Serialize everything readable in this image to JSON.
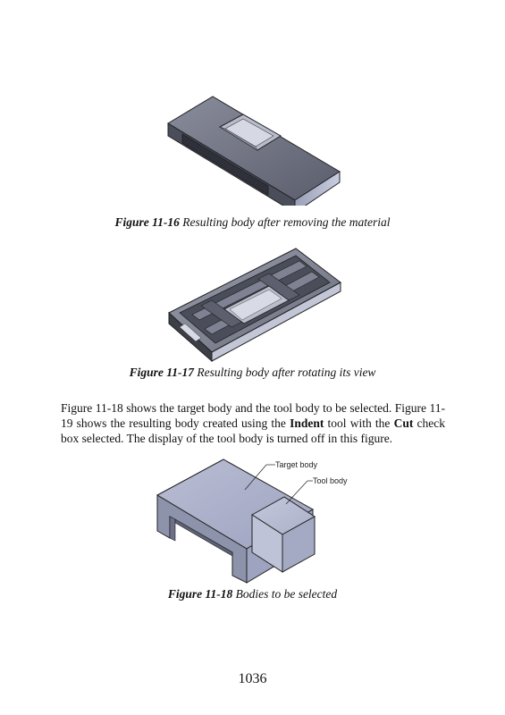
{
  "figures": [
    {
      "number": "Figure 11-16",
      "caption": "Resulting body after removing the material"
    },
    {
      "number": "Figure 11-17",
      "caption": "Resulting body after rotating its view"
    },
    {
      "number": "Figure 11-18",
      "caption": "Bodies to be selected",
      "callouts": {
        "target": "Target body",
        "tool": "Tool body"
      }
    }
  ],
  "paragraph": {
    "part1": "Figure 11-18 shows the target body and the tool body to be selected. Figure 11-19 shows the resulting body created using the ",
    "bold1": "Indent",
    "part2": " tool with the ",
    "bold2": "Cut",
    "part3": " check box selected. The display of the tool body is turned off in this figure."
  },
  "page_number": "1036"
}
